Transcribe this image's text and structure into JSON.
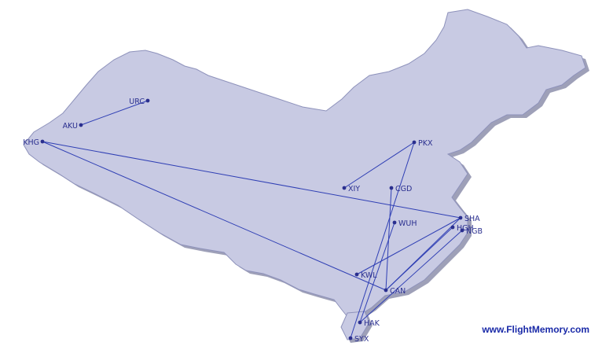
{
  "map": {
    "colors": {
      "land": "#c8cae3",
      "land_stroke": "#8e92bb",
      "shadow": "#9ea0b8",
      "route": "#2f3fb4",
      "label": "#2a2f8f"
    },
    "airports": [
      {
        "code": "URC"
      },
      {
        "code": "AKU"
      },
      {
        "code": "KHG"
      },
      {
        "code": "PKX"
      },
      {
        "code": "XIY"
      },
      {
        "code": "CGD"
      },
      {
        "code": "WUH"
      },
      {
        "code": "SHA"
      },
      {
        "code": "HGH"
      },
      {
        "code": "NGB"
      },
      {
        "code": "KWL"
      },
      {
        "code": "CAN"
      },
      {
        "code": "HAK"
      },
      {
        "code": "SYX"
      }
    ],
    "routes": [
      [
        "URC",
        "AKU"
      ],
      [
        "KHG",
        "SHA"
      ],
      [
        "KHG",
        "CAN"
      ],
      [
        "PKX",
        "XIY"
      ],
      [
        "PKX",
        "SYX"
      ],
      [
        "CGD",
        "CAN"
      ],
      [
        "WUH",
        "HAK"
      ],
      [
        "SHA",
        "KWL"
      ],
      [
        "SHA",
        "CAN"
      ],
      [
        "HGH",
        "CAN"
      ],
      [
        "NGB",
        "HAK"
      ]
    ]
  },
  "credit": "www.FlightMemory.com"
}
